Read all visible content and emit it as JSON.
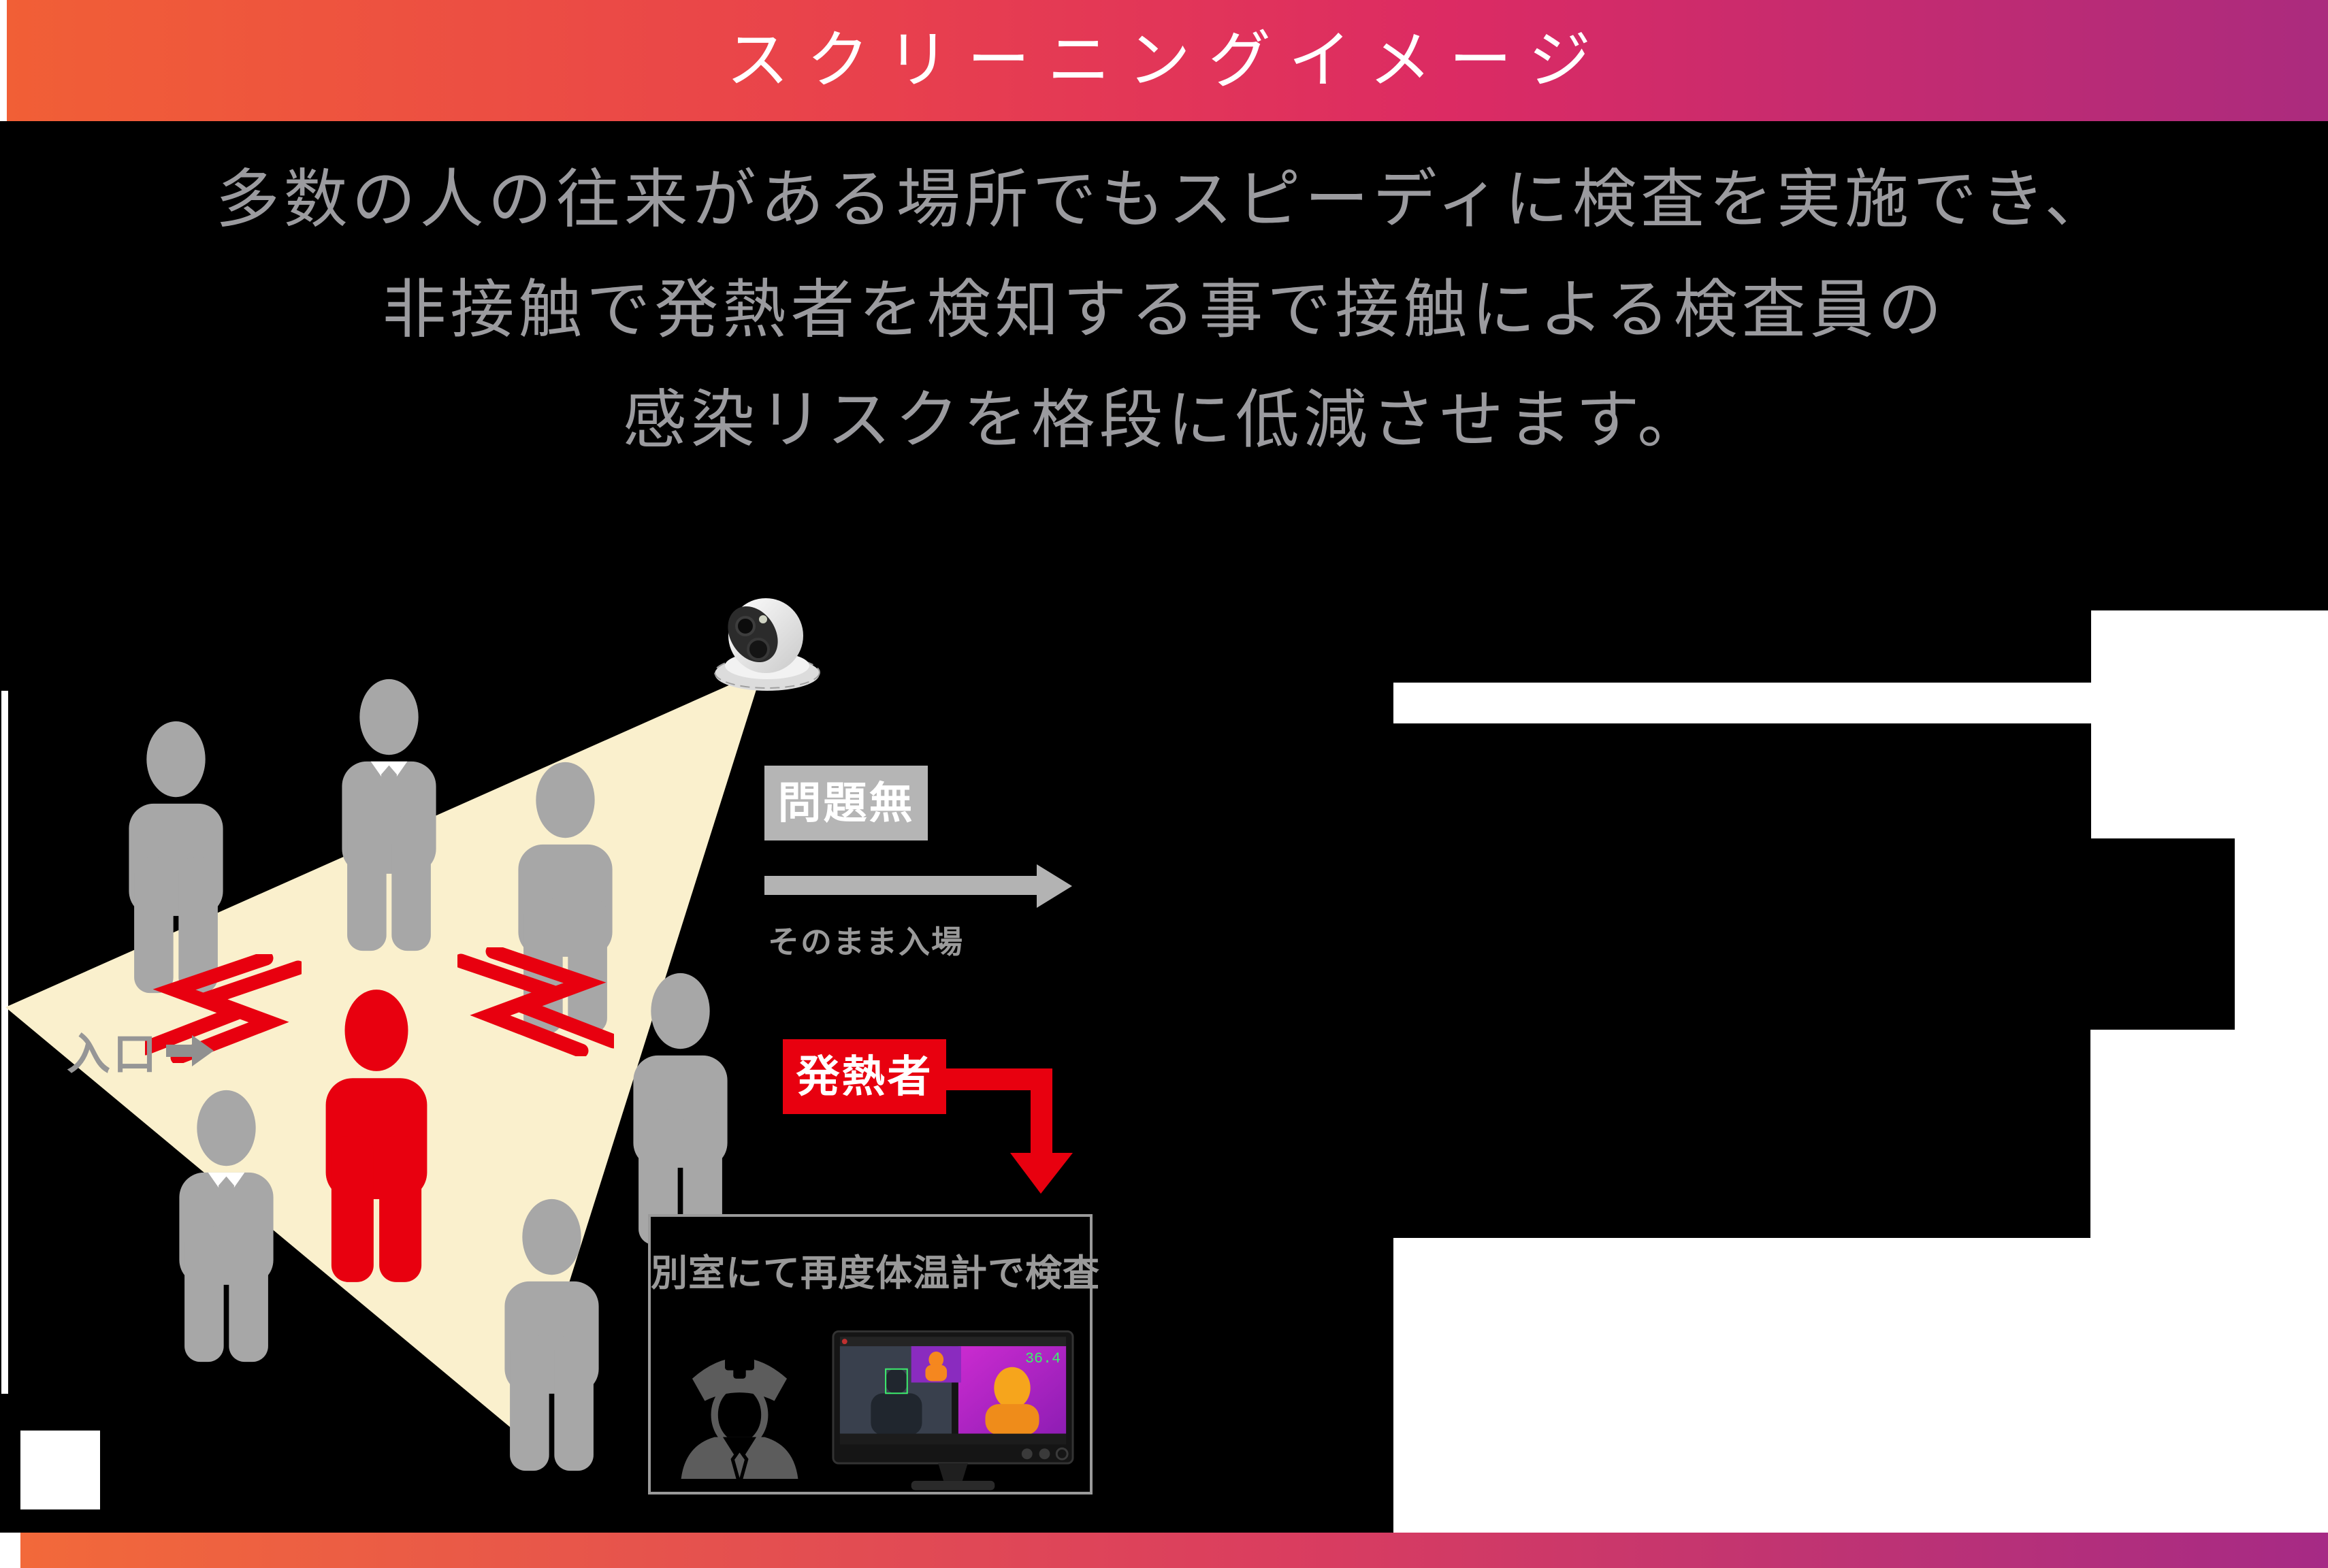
{
  "banner": {
    "title": "スクリーニングイメージ"
  },
  "intro": {
    "line1": "多数の人の往来がある場所でもスピーディに検査を実施でき、",
    "line2": "非接触で発熱者を検知する事で接触による検査員の",
    "line3": "感染リスクを格段に低減させます。"
  },
  "flow": {
    "entrance_label": "入口",
    "ok_label": "問題無",
    "ok_caption": "そのまま入場",
    "fever_label": "発熱者",
    "recheck_title": "別室にて再度体温計で検査",
    "monitor_reading": "36.4"
  },
  "icons": {
    "camera": "dome-thermal-camera-icon",
    "person": "person-silhouette-icon",
    "fever_person": "fever-person-silhouette-icon",
    "zigzag": "fever-alert-zigzag-icon",
    "entrance_arrow": "right-arrow-icon",
    "ok_arrow": "gray-right-arrow-icon",
    "fever_arrow": "red-elbow-down-arrow-icon",
    "nurse": "nurse-icon",
    "monitor": "thermal-monitor-icon"
  },
  "colors": {
    "banner_left": "#f15f36",
    "banner_mid1": "#e8404d",
    "banner_mid2": "#dc2b63",
    "banner_right": "#ab2b7e",
    "footer_left": "#f2693a",
    "footer_mid": "#da3d5f",
    "footer_right": "#a62a85",
    "beam": "#faf0cd",
    "person_gray": "#a7a7a7",
    "alert_red": "#e8000f",
    "box_gray": "#b5b5b5",
    "text_gray": "#9b9b9f",
    "white": "#ffffff"
  }
}
